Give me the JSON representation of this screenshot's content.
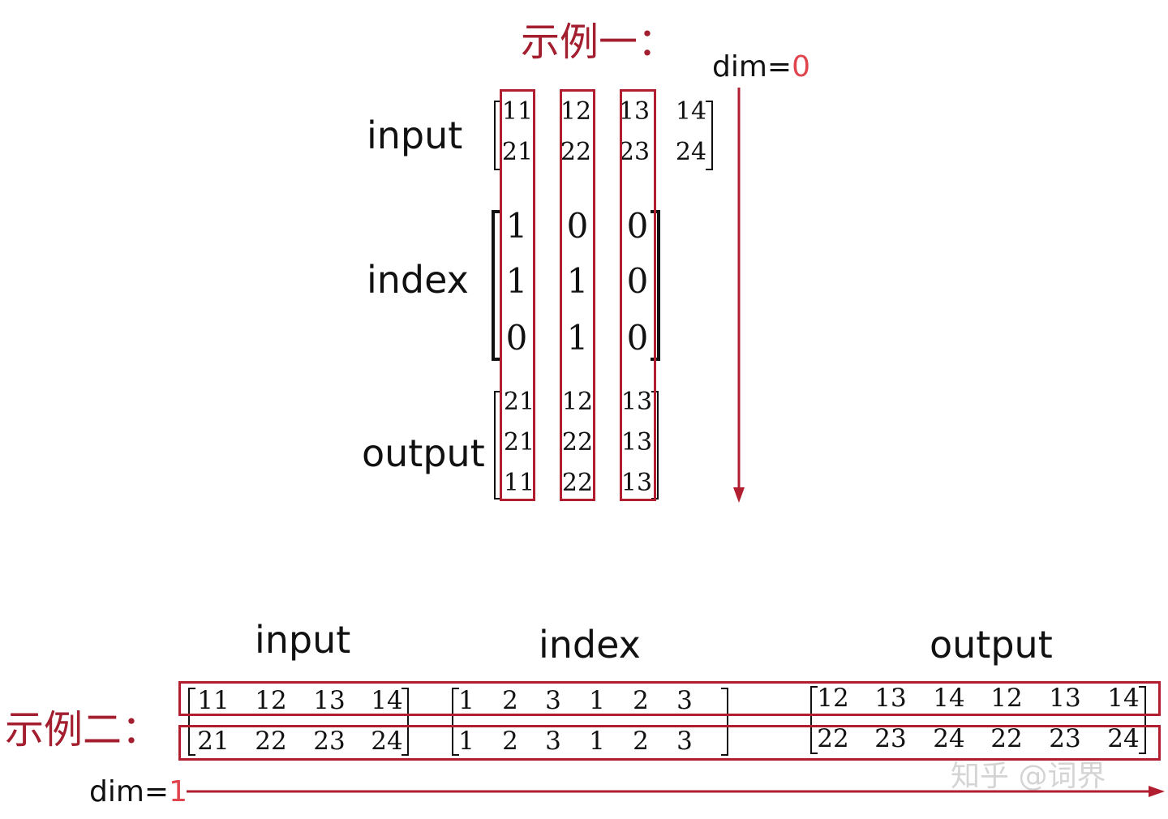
{
  "example1": {
    "title": "示例一：",
    "dim_label": "dim=",
    "dim_value": "0",
    "labels": {
      "input": "input",
      "index": "index",
      "output": "output"
    },
    "input": [
      [
        "11",
        "12",
        "13",
        "14"
      ],
      [
        "21",
        "22",
        "23",
        "24"
      ]
    ],
    "index": [
      [
        "1",
        "0",
        "0"
      ],
      [
        "1",
        "1",
        "0"
      ],
      [
        "0",
        "1",
        "0"
      ]
    ],
    "output": [
      [
        "21",
        "12",
        "13"
      ],
      [
        "21",
        "22",
        "13"
      ],
      [
        "11",
        "22",
        "13"
      ]
    ]
  },
  "example2": {
    "title": "示例二：",
    "dim_label": "dim=",
    "dim_value": "1",
    "labels": {
      "input": "input",
      "index": "index",
      "output": "output"
    },
    "input": [
      [
        "11",
        "12",
        "13",
        "14"
      ],
      [
        "21",
        "22",
        "23",
        "24"
      ]
    ],
    "index": [
      [
        "1",
        "2",
        "3",
        "1",
        "2",
        "3"
      ],
      [
        "1",
        "2",
        "3",
        "1",
        "2",
        "3"
      ]
    ],
    "output": [
      [
        "12",
        "13",
        "14",
        "12",
        "13",
        "14"
      ],
      [
        "22",
        "23",
        "24",
        "22",
        "23",
        "24"
      ]
    ]
  },
  "watermark": "知乎 @词界",
  "colors": {
    "box": "#b01e2f",
    "title": "#a31e2e",
    "dim_value": "#e0444c",
    "arrow": "#b01e2f"
  }
}
